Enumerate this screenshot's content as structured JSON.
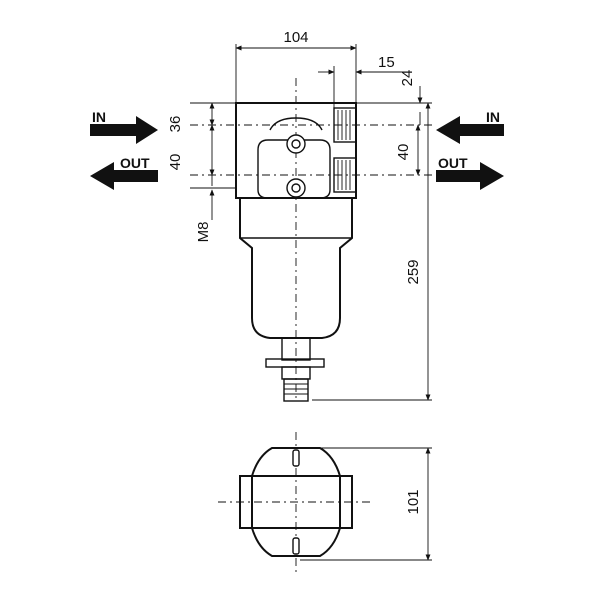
{
  "dimensions": {
    "width_top": "104",
    "offset_15": "15",
    "offset_24": "24",
    "inlet_36": "36",
    "outlet_40_left": "40",
    "outlet_40_right": "40",
    "thread_m8": "M8",
    "height_259": "259",
    "depth_101": "101"
  },
  "flow": {
    "in_left": "IN",
    "out_left": "OUT",
    "in_right": "IN",
    "out_right": "OUT"
  }
}
